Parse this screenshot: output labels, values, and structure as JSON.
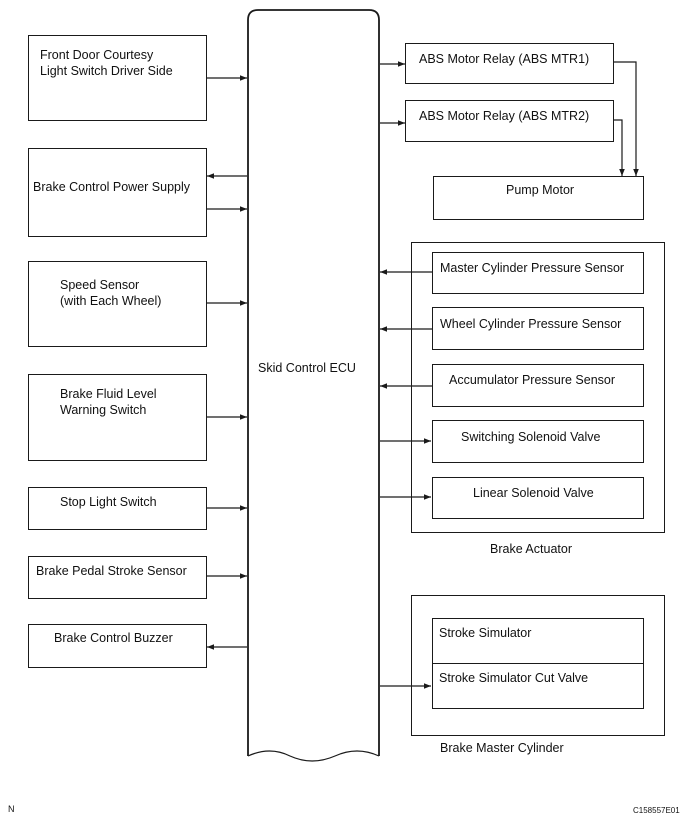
{
  "ecu": {
    "label": "Skid Control ECU"
  },
  "inputs": {
    "front_door": "Front Door Courtesy\nLight Switch Driver Side",
    "power_supply": "Brake Control Power Supply",
    "speed_sensor": "Speed Sensor\n(with Each Wheel)",
    "fluid_level": "Brake Fluid Level\nWarning Switch",
    "stop_light": "Stop Light Switch",
    "pedal_stroke": "Brake Pedal Stroke Sensor",
    "buzzer": "Brake Control Buzzer"
  },
  "pump": {
    "relay1": "ABS Motor Relay (ABS MTR1)",
    "relay2": "ABS Motor Relay (ABS MTR2)",
    "motor": "Pump Motor"
  },
  "actuator": {
    "caption": "Brake Actuator",
    "items": [
      "Master Cylinder Pressure Sensor",
      "Wheel Cylinder Pressure Sensor",
      "Accumulator Pressure Sensor",
      "Switching Solenoid Valve",
      "Linear Solenoid Valve"
    ]
  },
  "master_cylinder": {
    "caption": "Brake Master Cylinder",
    "items": [
      "Stroke Simulator",
      "Stroke Simulator Cut Valve"
    ]
  },
  "footer": {
    "left": "N",
    "right": "C158557E01"
  }
}
